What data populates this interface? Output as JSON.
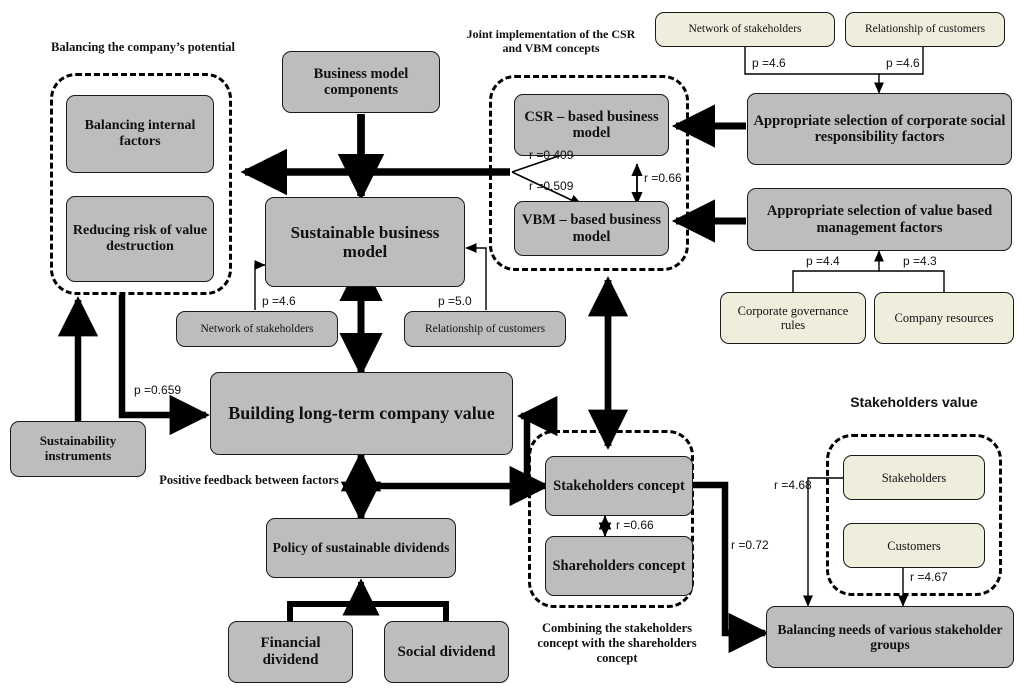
{
  "figure": {
    "title": "Sustainable business model — value creation framework",
    "colors": {
      "gray_box": "#bdbdbd",
      "cream_box": "#efeedd",
      "stroke": "#1a1a1a",
      "background": "#ffffff"
    }
  },
  "captions": {
    "balancing_potential": "Balancing the company’s potential",
    "joint_implementation": "Joint implementation of the CSR and VBM concepts",
    "combining_concepts": "Combining the stakeholders concept with the shareholders concept",
    "stakeholders_value": "Stakeholders value",
    "positive_feedback": "Positive feedback between factors"
  },
  "nodes": {
    "balancing_internal_factors": "Balancing internal factors",
    "reducing_risk": "Reducing risk of value destruction",
    "business_model_components": "Business model components",
    "sustainable_business_model": "Sustainable business model",
    "network_of_stakeholders_left": "Network of stakeholders",
    "relationship_of_customers_left": "Relationship of customers",
    "sustainability_instruments": "Sustainability instruments",
    "building_long_term_value": "Building long-term company value",
    "policy_sustainable_dividends": "Policy of sustainable dividends",
    "financial_dividend": "Financial dividend",
    "social_dividend": "Social dividend",
    "csr_based_business_model": "CSR – based business model",
    "vbm_based_business_model": "VBM – based business model",
    "network_of_stakeholders_top": "Network of stakeholders",
    "relationship_of_customers_top": "Relationship of customers",
    "appropriate_selection_csr": "Appropriate selection of corporate social responsibility factors",
    "appropriate_selection_vbm": "Appropriate selection of value based management factors",
    "corporate_governance_rules": "Corporate governance rules",
    "company_resources": "Company resources",
    "stakeholders_concept": "Stakeholders concept",
    "shareholders_concept": "Shareholders concept",
    "stakeholders": "Stakeholders",
    "customers": "Customers",
    "balancing_needs": "Balancing needs of various stakeholder groups"
  },
  "edge_labels": {
    "network_top_to_csr": "p =4.6",
    "relationship_top_to_csr": "p =4.6",
    "corporate_governance_to_vbm": "p =4.4",
    "company_resources_to_vbm": "p =4.3",
    "network_left_to_sbm": "p =4.6",
    "relationship_left_to_sbm": "p =5.0",
    "sustainability_to_value": "p =0.659",
    "sbm_to_csr": "r =0.409",
    "sbm_to_vbm": "r =0.509",
    "csr_vbm_corr": "r =0.66",
    "stake_share_corr": "r =0.66",
    "stakeholders_to_balancing": "r =0.72",
    "stakeholders_box_to_balancing": "r =4.68",
    "customers_to_balancing": "r =4.67"
  }
}
